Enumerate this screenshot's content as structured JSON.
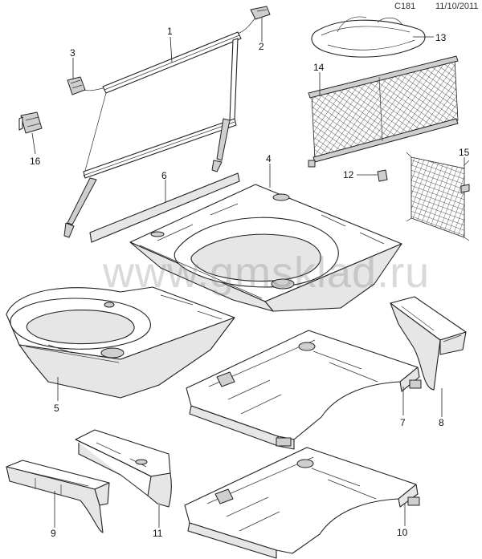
{
  "header": {
    "code": "C181",
    "date": "11/10/2011"
  },
  "watermark": "www.gmsklad.ru",
  "callouts": [
    {
      "id": "callout-1",
      "number": "1"
    },
    {
      "id": "callout-2",
      "number": "2"
    },
    {
      "id": "callout-3",
      "number": "3"
    },
    {
      "id": "callout-4",
      "number": "4"
    },
    {
      "id": "callout-5",
      "number": "5"
    },
    {
      "id": "callout-6",
      "number": "6"
    },
    {
      "id": "callout-7",
      "number": "7"
    },
    {
      "id": "callout-8",
      "number": "8"
    },
    {
      "id": "callout-9",
      "number": "9"
    },
    {
      "id": "callout-10",
      "number": "10"
    },
    {
      "id": "callout-11",
      "number": "11"
    },
    {
      "id": "callout-12",
      "number": "12"
    },
    {
      "id": "callout-13",
      "number": "13"
    },
    {
      "id": "callout-14",
      "number": "14"
    },
    {
      "id": "callout-15",
      "number": "15"
    },
    {
      "id": "callout-16",
      "number": "16"
    }
  ]
}
